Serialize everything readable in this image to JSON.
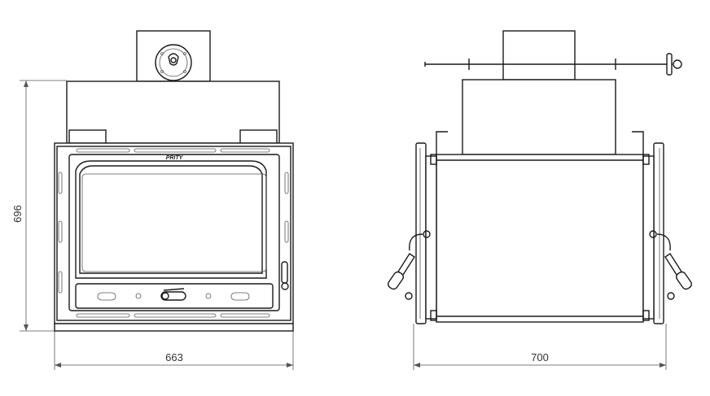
{
  "dimensions": {
    "height_label": "696",
    "front_width_label": "663",
    "side_width_label": "700"
  },
  "front_view": {
    "brand_logo_text": "PRITY"
  },
  "colors": {
    "line": "#1a1a1a",
    "dimension_line": "#555555",
    "background": "#ffffff"
  }
}
